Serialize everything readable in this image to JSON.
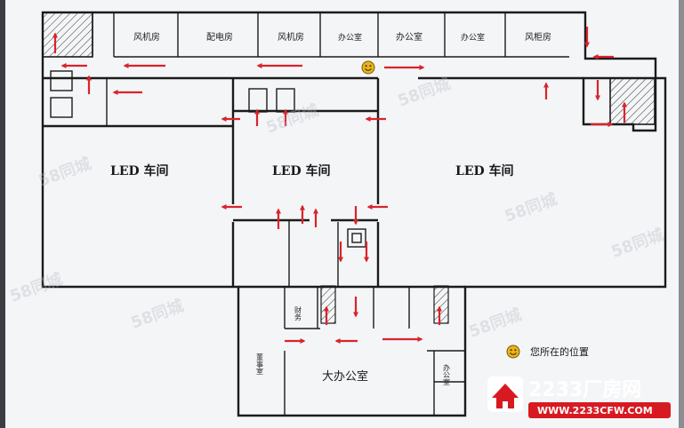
{
  "rooms": {
    "fan_room_1": "风机房",
    "power_room": "配电房",
    "fan_room_2": "风机房",
    "office_1": "办公室",
    "office_2": "办公室",
    "office_3": "办公室",
    "fan_cabinet_room": "风柜房",
    "led_workshop_left": "LED 车间",
    "led_workshop_center": "LED 车间",
    "led_workshop_right": "LED 车间",
    "finance": "财务",
    "chairman_room": "董事室",
    "big_office": "大办公室",
    "office_small": "办公室"
  },
  "legend": {
    "you_are_here": "您所在的位置",
    "icon": "smiley-icon"
  },
  "branding": {
    "name": "2233厂房网",
    "url": "WWW.2233CFW.COM",
    "logo_icon": "house-logo-icon"
  },
  "watermarks": [
    "58同城",
    "58同城",
    "58同城",
    "58同城",
    "58同城",
    "58同城",
    "58同城",
    "58同城"
  ],
  "colors": {
    "arrow": "#d8242b",
    "brand_red": "#d71a21",
    "board_bg": "#f4f5f7",
    "smiley": "#e9b31c"
  }
}
